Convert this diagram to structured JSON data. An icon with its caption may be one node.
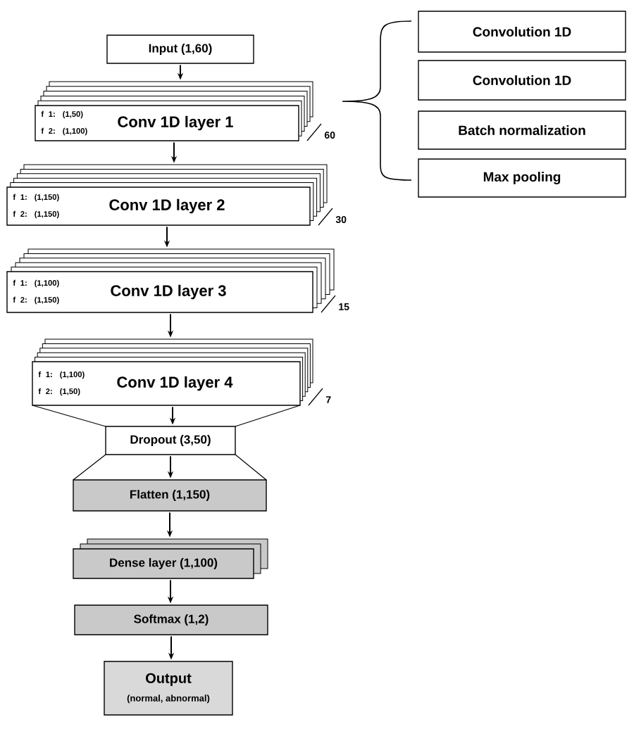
{
  "diagram": {
    "nodes": [
      {
        "text": [
          "Input (1,60)"
        ]
      },
      {
        "text": [
          "f 1: (1,50) f 2: (1,100)",
          "Conv 1D layer 1"
        ],
        "beside": [
          "60"
        ]
      },
      {
        "text": [
          "f 1: (1,150) f 2: (1,150)",
          "Conv 1D layer 2"
        ],
        "beside": [
          "30"
        ]
      },
      {
        "text": [
          "f 1: (1,100) f 2: (1,150)",
          "Conv 1D layer 3"
        ],
        "beside": [
          "15"
        ]
      },
      {
        "text": [
          "f 1: (1,100) f 2: (1,50)",
          "Conv 1D layer 4"
        ],
        "beside": [
          "7"
        ]
      },
      {
        "text": [
          "Dropout (3,50)"
        ]
      },
      {
        "text": [
          "Flatten (1,150)"
        ]
      },
      {
        "text": [
          "Dense layer (1,100)"
        ]
      },
      {
        "text": [
          "Softmax (1,2)"
        ]
      },
      {
        "text": [
          "Output",
          "(normal, abnormal)"
        ]
      },
      {
        "text": [
          "Convolution 1D"
        ]
      },
      {
        "text": [
          "Convolution 1D"
        ]
      },
      {
        "text": [
          "Batch normalization"
        ]
      },
      {
        "text": [
          "Max pooling"
        ]
      }
    ],
    "edges": [
      {
        "from": 0,
        "to": 1,
        "arrow": "to"
      },
      {
        "from": 1,
        "to": 2,
        "arrow": "to"
      },
      {
        "from": 2,
        "to": 3,
        "arrow": "to"
      },
      {
        "from": 3,
        "to": 4,
        "arrow": "to"
      },
      {
        "from": 4,
        "to": 5,
        "arrow": "to"
      },
      {
        "from": 5,
        "to": 6,
        "arrow": "to"
      },
      {
        "from": 6,
        "to": 7,
        "arrow": "to"
      },
      {
        "from": 7,
        "to": 8,
        "arrow": "to"
      },
      {
        "from": 8,
        "to": 9,
        "arrow": "to"
      }
    ]
  }
}
